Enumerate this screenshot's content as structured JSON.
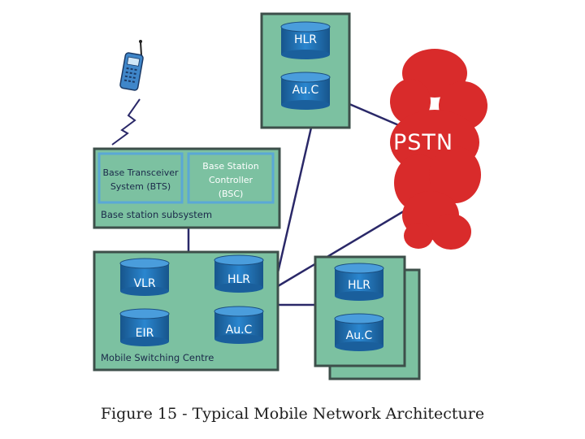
{
  "diagram": {
    "top_node": {
      "db1": "HLR",
      "db2": "Au.C"
    },
    "pstn": {
      "label": "PSTN",
      "color": "#d92b2b"
    },
    "bss": {
      "bts_label": [
        "Base Transceiver",
        "System (BTS)"
      ],
      "bsc_label": [
        "Base Station",
        "Controller",
        "(BSC)"
      ],
      "subsystem_label": "Base station subsystem"
    },
    "msc": {
      "vlr": "VLR",
      "hlr": "HLR",
      "eir": "EIR",
      "auc": "Au.C",
      "label": "Mobile Switching Centre"
    },
    "right_node": {
      "db1": "HLR",
      "db2": "Au.C"
    },
    "caption": "Figure 15 - Typical Mobile Network Architecture",
    "colors": {
      "box_fill": "#7cc1a1",
      "box_border": "#3d4f4a",
      "db_fill": "#1f6fb3",
      "link": "#2a2868",
      "inner_box": "#5aa8d6"
    }
  }
}
